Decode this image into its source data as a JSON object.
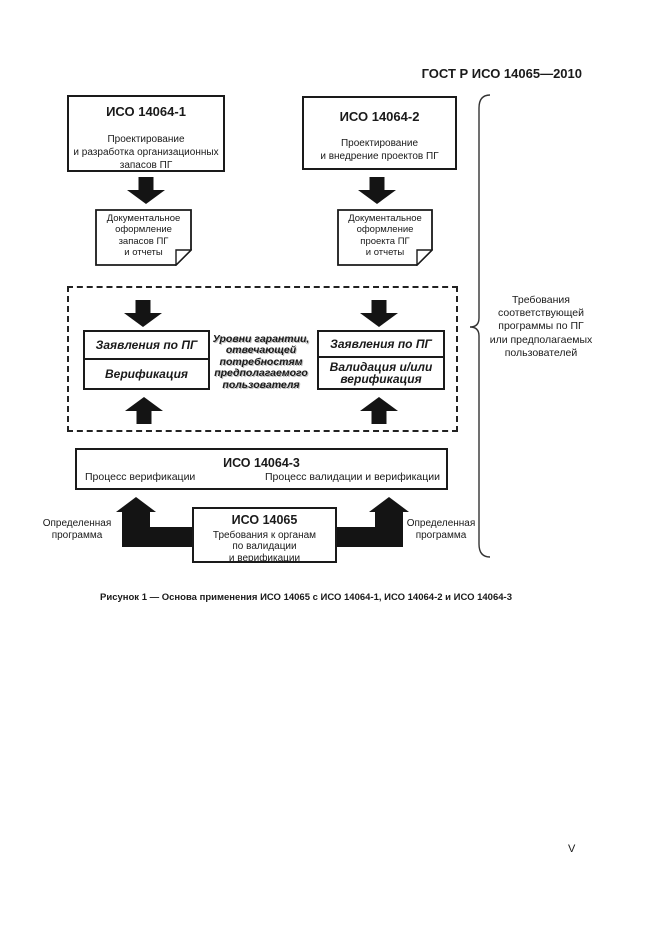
{
  "header": {
    "title": "ГОСТ Р ИСО 14065—2010"
  },
  "diagram": {
    "iso14064_1": {
      "title": "ИСО 14064-1",
      "body": [
        "Проектирование",
        "и разработка организационных",
        "запасов ПГ"
      ]
    },
    "iso14064_2": {
      "title": "ИСО 14064-2",
      "body": [
        "Проектирование",
        "и внедрение проектов ПГ"
      ]
    },
    "doc_left": {
      "body": [
        "Документальное",
        "оформление",
        "запасов ПГ",
        "и отчеты"
      ]
    },
    "doc_right": {
      "body": [
        "Документальное",
        "оформление",
        "проекта ПГ",
        "и отчеты"
      ]
    },
    "claims_left": {
      "top": "Заявления по ПГ",
      "bottom": [
        "Верификация"
      ]
    },
    "claims_right": {
      "top": "Заявления по ПГ",
      "bottom": [
        "Валидация и/или",
        "верификация"
      ]
    },
    "assurance_note": [
      "Уровни гарантии,",
      "отвечающей",
      "потребностям",
      "предполагаемого",
      "пользователя"
    ],
    "iso14064_3": {
      "title": "ИСО 14064-3",
      "left_process": "Процесс верификации",
      "right_process": "Процесс валидации и верификации"
    },
    "iso14065": {
      "title": "ИСО 14065",
      "body": [
        "Требования к органам",
        "по валидации",
        "и верификации"
      ]
    },
    "program_left": [
      "Определенная",
      "программа"
    ],
    "program_right": [
      "Определенная",
      "программа"
    ],
    "bracket_note": [
      "Требования",
      "соответствующей",
      "программы по ПГ",
      "или предполагаемых",
      "пользователей"
    ]
  },
  "footer": {
    "caption": "Рисунок 1 — Основа применения ИСО 14065 с ИСО 14064-1, ИСО 14064-2 и ИСО 14064-3",
    "page_number": "V"
  },
  "colors": {
    "ink": "#1a1a1a",
    "arrow_fill": "#141414"
  }
}
